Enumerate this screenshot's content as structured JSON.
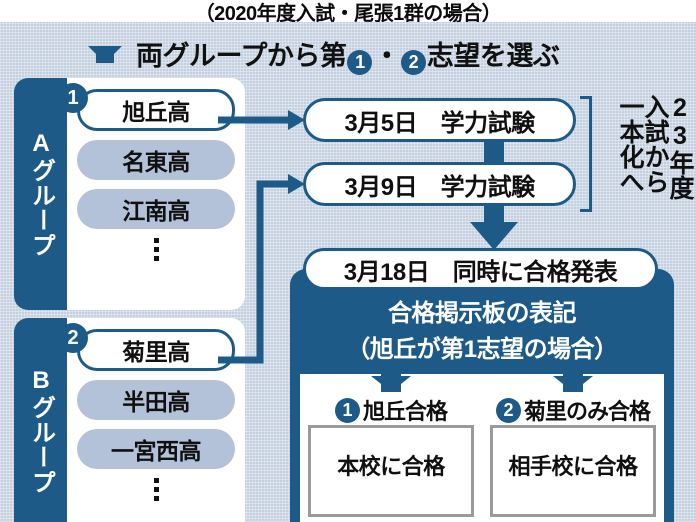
{
  "title": "（2020年度入試・尾張1群の場合）",
  "header": {
    "arrow_icon": "down-arrow-icon",
    "text_before": "両グループから第",
    "badge_1": "❶",
    "separator": "・",
    "badge_2": "❷",
    "text_after": "志望を選ぶ"
  },
  "groups": [
    {
      "tab_label": "Aグループ",
      "schools": [
        {
          "name": "旭丘高",
          "selected": true,
          "badge": "❶"
        },
        {
          "name": "名東高",
          "selected": false,
          "badge": ""
        },
        {
          "name": "江南高",
          "selected": false,
          "badge": ""
        }
      ],
      "ellipsis": "⋮"
    },
    {
      "tab_label": "Bグループ",
      "schools": [
        {
          "name": "菊里高",
          "selected": true,
          "badge": "❷"
        },
        {
          "name": "半田高",
          "selected": false,
          "badge": ""
        },
        {
          "name": "一宮西高",
          "selected": false,
          "badge": ""
        }
      ],
      "ellipsis": "⋮"
    }
  ],
  "exams": [
    {
      "label": "3月5日　学力試験"
    },
    {
      "label": "3月9日　学力試験"
    }
  ],
  "exam_note_columns": [
    "23年度",
    "入試から",
    "一本化へ"
  ],
  "announcement": {
    "label": "3月18日　同時に合格発表"
  },
  "results_panel": {
    "heading": "合格掲示板の表記",
    "subheading": "（旭丘が第1志望の場合）",
    "columns": [
      {
        "badge": "❶",
        "title": "旭丘合格",
        "board_text": "本校に合格",
        "arrow_icon": "down-arrow-icon"
      },
      {
        "badge": "❷",
        "title": "菊里のみ合格",
        "board_text": "相手校に合格",
        "arrow_icon": "down-arrow-icon"
      }
    ]
  },
  "colors": {
    "navy": "#1d5a87",
    "background": "#c4d0e0",
    "pill_inactive": "#b3c2d8",
    "white": "#ffffff",
    "text": "#101010",
    "board_border": "#9a9a9a"
  }
}
